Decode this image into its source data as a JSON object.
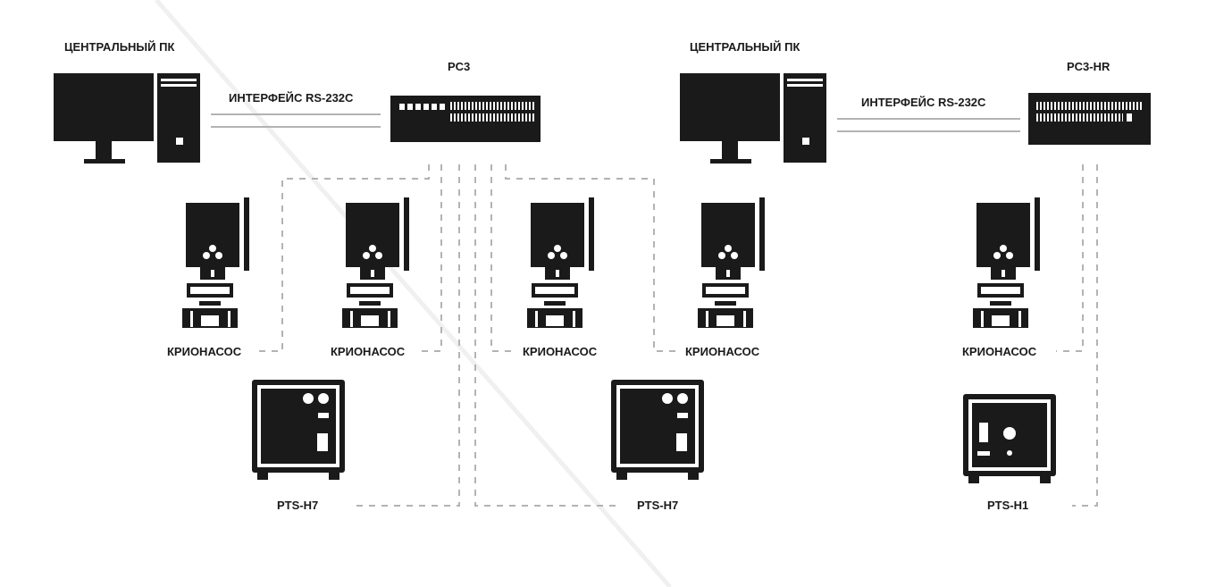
{
  "labels": {
    "central_pc": "ЦЕНТРАЛЬНЫЙ ПК",
    "interface": "ИНТЕРФЕЙС RS-232C",
    "pc3": "PC3",
    "pc3_hr": "PC3-HR",
    "cryopump": "КРИОНАСОС",
    "pts_h7": "PTS-H7",
    "pts_h1": "PTS-H1"
  },
  "colors": {
    "device": "#1a1a1a",
    "line": "#b3b3b3",
    "background": "#ffffff"
  },
  "icons": [
    "monitor-icon",
    "tower-pc-icon",
    "controller-icon",
    "cryopump-icon",
    "compressor-icon"
  ]
}
